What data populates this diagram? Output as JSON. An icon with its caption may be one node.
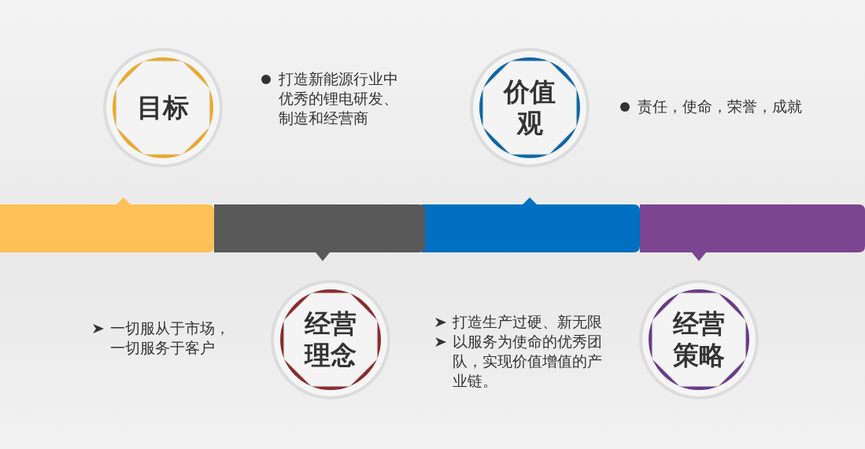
{
  "diagram": {
    "nodes": [
      {
        "text": [
          "目标"
        ],
        "beside": [
          "打造新能源行业中优秀的锂电研发、制造和经营商"
        ]
      },
      {
        "text": [
          "价值观"
        ],
        "beside": [
          "责任，使命，荣誉，成就"
        ]
      },
      {
        "text": [],
        "shape": "bar"
      },
      {
        "text": [],
        "shape": "bar"
      },
      {
        "text": [],
        "shape": "bar"
      },
      {
        "text": [],
        "shape": "bar"
      },
      {
        "text": [
          "经营理念"
        ],
        "beside": [
          "一切服从于市场，一切服务于客户"
        ]
      },
      {
        "text": [
          "经营策略"
        ],
        "beside": [
          "打造生产过硬、新无限",
          "以服务为使命的优秀团队，实现价值增值的产业链。"
        ]
      }
    ]
  }
}
